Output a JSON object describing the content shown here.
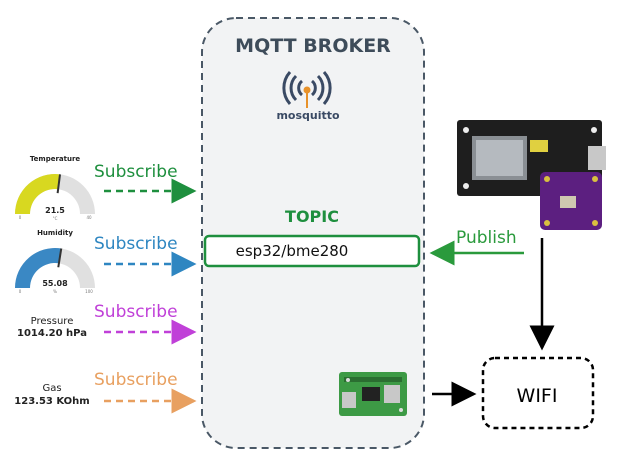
{
  "broker": {
    "title": "MQTT BROKER",
    "logo_text": "mosquitto",
    "topic_heading": "TOPIC",
    "topic_name": "esp32/bme280"
  },
  "publisher": {
    "publish_label": "Publish"
  },
  "wifi": {
    "label": "WIFI"
  },
  "subscribers": {
    "temperature": {
      "gauge_title": "Temperature",
      "value": "21.5",
      "unit": "°C",
      "min": "0",
      "max": "40",
      "fill_fraction": 0.54,
      "subscribe_label": "Subscribe"
    },
    "humidity": {
      "gauge_title": "Humidity",
      "value": "55.08",
      "unit": "%",
      "min": "0",
      "max": "100",
      "fill_fraction": 0.55,
      "subscribe_label": "Subscribe"
    },
    "pressure": {
      "title": "Pressure",
      "value": "1014.20 hPa",
      "subscribe_label": "Subscribe"
    },
    "gas": {
      "title": "Gas",
      "value": "123.53 KOhm",
      "subscribe_label": "Subscribe"
    }
  },
  "colors": {
    "temperature": "#1e8f3e",
    "humidity": "#2e86c1",
    "pressure": "#c040d8",
    "gas": "#e8a060",
    "publish": "#2a9a3c",
    "topic_border": "#1e8f3e",
    "temp_gauge_fill": "#d8d820",
    "hum_gauge_fill": "#3a88c4",
    "gauge_track": "#e0e0e0",
    "broker_fill": "#f2f3f4",
    "broker_stroke": "#4a5866"
  }
}
